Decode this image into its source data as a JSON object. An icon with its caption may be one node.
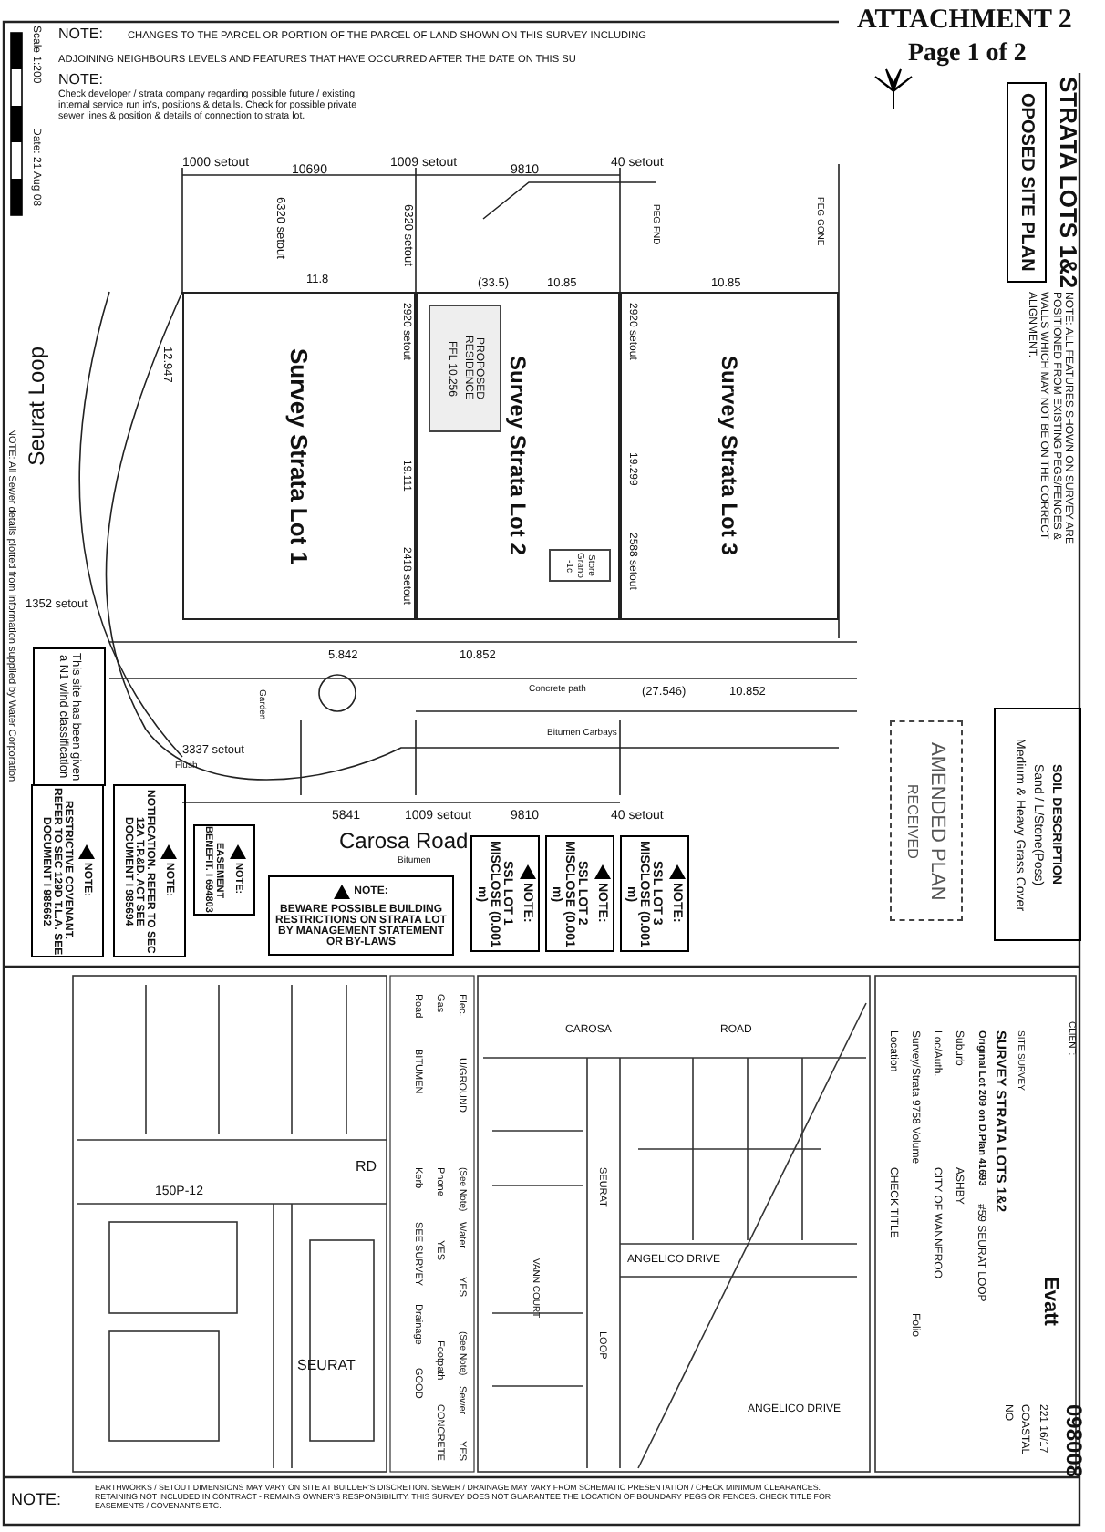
{
  "diagram": {
    "nodes": [
      {
        "text": [
          "Survey Strata Lot 1"
        ]
      },
      {
        "text": [
          "Survey Strata Lot 2"
        ]
      },
      {
        "text": [
          "Survey Strata Lot 3"
        ]
      },
      {
        "text": [
          "PROPOSED RESIDENCE",
          "FFL 10.256"
        ],
        "in": 1
      },
      {
        "text": [
          "Store Grano -1c"
        ],
        "in": 1
      },
      {
        "text": [
          "OPOSED SITE PLAN"
        ]
      },
      {
        "text": [
          "SOIL DESCRIPTION",
          "Sand / L/Stone(Poss)",
          "Medium & Heavy Grass Cover"
        ]
      },
      {
        "text": [
          "AMENDED PLAN",
          "RECEIVED"
        ]
      },
      {
        "text": [
          "NOTE:",
          "RESTRICTIVE COVENANT. REFER TO SEC 129D T.L.A. SEE DOCUMENT I 985662"
        ]
      },
      {
        "text": [
          "NOTE:",
          "NOTIFICATION. REFER TO SEC 12A T.P.&D. ACT SEE DOCUMENT I 985694"
        ]
      },
      {
        "text": [
          "NOTE:",
          "EASEMENT BENEFIT. I 694803"
        ]
      },
      {
        "text": [
          "NOTE:",
          "BEWARE POSSIBLE BUILDING RESTRICTIONS ON STRATA LOT BY MANAGEMENT STATEMENT OR BY-LAWS"
        ]
      },
      {
        "text": [
          "NOTE:",
          "SSL LOT 1 MISCLOSE (0.001 m)"
        ]
      },
      {
        "text": [
          "NOTE:",
          "SSL LOT 2 MISCLOSE (0.001 m)"
        ]
      },
      {
        "text": [
          "NOTE:",
          "SSL LOT 3 MISCLOSE (0.001 m)"
        ]
      },
      {
        "text": [
          "This site has been given a N1 wind classification"
        ]
      }
    ],
    "labels": [
      "ATTACHMENT 2",
      "Page 1 of 2",
      "Scale 1:200",
      "Date: 21 Aug 08",
      "NOTE:",
      "CHANGES TO THE PARCEL OR PORTION OF THE PARCEL OF LAND SHOWN ON THIS SURVEY INCLUDING",
      "ADJOINING NEIGHBOURS LEVELS AND FEATURES THAT HAVE OCCURRED AFTER THE DATE ON THIS SU",
      "NOTE:",
      "Check developer / strata company regarding possible future / existing internal service run in's, positions & details. Check for possible private sewer lines & position & details of connection to strata lot.",
      "STRATA LOTS 1&2",
      "1000 setout",
      "10690",
      "1009 setout",
      "9810",
      "40 setout",
      "6320 setout",
      "6320 setout",
      "11.8",
      "(33.5)",
      "10.85",
      "10.85",
      "2920 setout",
      "2920 setout",
      "19.299",
      "19.111",
      "2588 setout",
      "2418 setout",
      "12.947",
      "5.842",
      "10.852",
      "(27.546)",
      "10.852",
      "Concrete path",
      "Garden",
      "PEG FND",
      "PEG GONE",
      "1352 setout",
      "3337 setout",
      "5841",
      "1009 setout",
      "9810",
      "40 setout",
      "Carosa Road",
      "Bitumen",
      "Seurat Loop",
      "NOTE: All Sewer details plotted from information supplied by Water Corporation",
      "Bitumen Carbays",
      "Flush",
      "NOTE: ALL FEATURES SHOWN ON SURVEY ARE POSITIONED FROM EXISTING PEGS/FENCES & WALLS WHICH MAY NOT BE ON THE CORRECT ALIGNMENT.",
      "CLIENT:",
      "Evatt",
      "098008",
      "221 16/17",
      "COASTAL",
      "NO",
      "SITE SURVEY",
      "SURVEY STRATA LOTS 1&2",
      "Original Lot 209 on D.Plan 41693",
      "Suburb",
      "ASHBY",
      "#59 SEURAT LOOP",
      "Loc/Auth.",
      "CITY OF WANNEROO",
      "Survey/Strata 9758 Volume",
      "Folio",
      "Location",
      "CHECK TITLE",
      "Elec.",
      "U/GROUND",
      "(See Note)",
      "Water",
      "YES",
      "(See Note)",
      "Gas",
      "Phone",
      "YES",
      "Road",
      "BITUMEN",
      "Kerb",
      "SEE SURVEY",
      "Sewer",
      "YES",
      "Footpath",
      "CONCRETE",
      "Drainage",
      "GOOD",
      "CAROSA",
      "ROAD",
      "SEURAT",
      "VANN COURT",
      "ANGELICO DRIVE",
      "LOOP",
      "ANGELICO DRIVE",
      "150P-12",
      "SEURAT",
      "RD",
      "NOTE:",
      "EARTHWORKS / SETOUT DIMENSIONS MAY VARY ON SITE AT BUILDER'S DISCRETION. SEWER / DRAINAGE MAY VARY FROM SCHEMATIC PRESENTATION / CHECK MINIMUM CLEARANCES. RETAINING NOT INCLUDED IN CONTRACT - REMAINS OWNER'S RESPONSIBILITY. THIS SURVEY DOES NOT GUARANTEE THE LOCATION OF BOUNDARY PEGS OR FENCES. CHECK TITLE FOR EASEMENTS / COVENANTS ETC."
    ]
  }
}
